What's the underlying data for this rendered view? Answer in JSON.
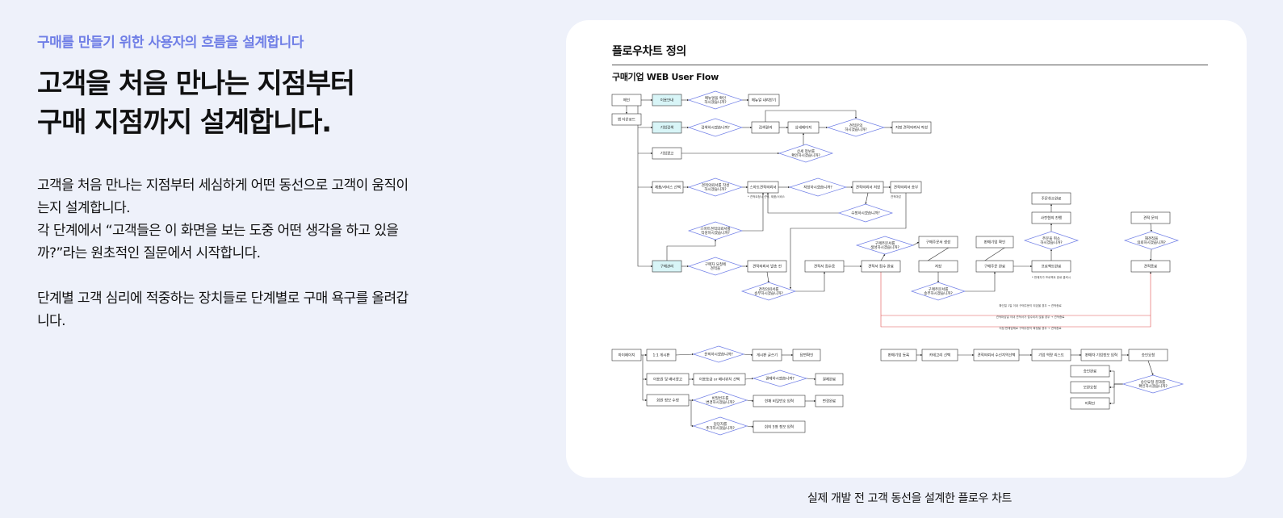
{
  "left": {
    "eyebrow": "구매를 만들기 위한 사용자의 흐름을 설계합니다",
    "headline_line1": "고객을 처음 만나는 지점부터",
    "headline_line2": "구매 지점까지 설계합니다.",
    "desc_p1_line1": "고객을 처음 만나는 지점부터 세심하게 어떤 동선으로 고객이 움직이는지 설계합니다.",
    "desc_p1_line2": "각 단계에서 “고객들은 이 화면을 보는 도중 어떤 생각을 하고 있을까?”라는 원초적인 질문에서 시작합니다.",
    "desc_p2": "단계별 고객 심리에 적중하는 장치들로 단계별로 구매 욕구를 올려갑니다."
  },
  "card": {
    "title": "플로우차트 정의",
    "subtitle": "구매기업 WEB User Flow"
  },
  "caption": "실제 개발 전 고객 동선을 설계한 플로우 차트",
  "colors": {
    "background": "#eef1fa",
    "accent": "#6f7ee6",
    "diamond": "#6f7ee6",
    "highlight_box": "#d8f5f7",
    "red_line": "#e05050"
  },
  "diagram": {
    "nodes": [
      {
        "id": "n1",
        "label": "메인"
      },
      {
        "id": "n2",
        "label": "앱 다운로드"
      },
      {
        "id": "n3",
        "label": "이용안내"
      },
      {
        "id": "n4",
        "label": "메뉴얼을 확인 하시겠습니까?"
      },
      {
        "id": "n5",
        "label": "메뉴얼 내려받기"
      },
      {
        "id": "n6",
        "label": "기업검색"
      },
      {
        "id": "n7",
        "label": "검색하시겠습니까?"
      },
      {
        "id": "n8",
        "label": "검색결과"
      },
      {
        "id": "n9",
        "label": "상세페이지"
      },
      {
        "id": "n10",
        "label": "견적문의 하시겠습니까?"
      },
      {
        "id": "n11",
        "label": "지정 견적의뢰서 작성"
      },
      {
        "id": "n12",
        "label": "기업광고"
      },
      {
        "id": "n13",
        "label": "상세 정보를 확인하시겠습니까?"
      },
      {
        "id": "n14",
        "label": "제품/서비스 선택"
      },
      {
        "id": "n15",
        "label": "견적의뢰서를 작성 하시겠습니까?"
      },
      {
        "id": "n16",
        "label": "스마트견적의뢰서"
      },
      {
        "id": "n17",
        "label": "저장하시겠습니까?"
      },
      {
        "id": "n18",
        "label": "견적의뢰서 저장"
      },
      {
        "id": "n19",
        "label": "견적의뢰서 송부"
      },
      {
        "id": "n20",
        "label": "수정하시겠습니까?"
      },
      {
        "id": "n21",
        "label": "스마트견적의뢰서를 작성하시겠습니까?"
      },
      {
        "id": "n22",
        "label": "구매관리"
      },
      {
        "id": "n23",
        "label": "구매자 요청에 견적을 확인하시겠습니까?"
      },
      {
        "id": "n24",
        "label": "견적의뢰서 발송 전"
      },
      {
        "id": "n25",
        "label": "견적의뢰서를 송부하시겠습니까?"
      },
      {
        "id": "n26",
        "label": "견적서 접수중"
      },
      {
        "id": "n27",
        "label": "견적서 접수 완료"
      },
      {
        "id": "n28",
        "label": "구매주문서를 생성하시겠습니까?"
      },
      {
        "id": "n29",
        "label": "구매주문서 생성"
      },
      {
        "id": "n30",
        "label": "저장"
      },
      {
        "id": "n31",
        "label": "구매주문서를 송부하시겠습니까?"
      },
      {
        "id": "n32",
        "label": "판매기업 확인"
      },
      {
        "id": "n33",
        "label": "구매주문 완료"
      },
      {
        "id": "n34",
        "label": "주문취소완료"
      },
      {
        "id": "n35",
        "label": "사전협의 진행"
      },
      {
        "id": "n36",
        "label": "주문을 취소 하시겠습니까?"
      },
      {
        "id": "n37",
        "label": "프로젝트완료"
      },
      {
        "id": "n38",
        "label": "견적 문의"
      },
      {
        "id": "n39",
        "label": "재견적을 의뢰하시겠습니까?"
      },
      {
        "id": "n40",
        "label": "견적종료"
      },
      {
        "id": "n41",
        "label": "마이페이지"
      },
      {
        "id": "n42",
        "label": "1:1 게시판"
      },
      {
        "id": "n43",
        "label": "문의하시겠습니까?"
      },
      {
        "id": "n44",
        "label": "게시판 글쓰기"
      },
      {
        "id": "n45",
        "label": "답변확인"
      },
      {
        "id": "n46",
        "label": "이용권 및 배너광고"
      },
      {
        "id": "n47",
        "label": "이용등급 or 배너위치 선택"
      },
      {
        "id": "n48",
        "label": "결제하시겠습니까?"
      },
      {
        "id": "n49",
        "label": "결제완료"
      },
      {
        "id": "n50",
        "label": "회원 정보 수정"
      },
      {
        "id": "n51",
        "label": "비밀번호를 변경하시겠습니까?"
      },
      {
        "id": "n52",
        "label": "현재 비밀번호 입력"
      },
      {
        "id": "n53",
        "label": "변경완료"
      },
      {
        "id": "n54",
        "label": "담당자를 추가하시겠습니까?"
      },
      {
        "id": "n55",
        "label": "회의 5명 정보 입력"
      },
      {
        "id": "n56",
        "label": "판매기업 등록"
      },
      {
        "id": "n57",
        "label": "카테고리 선택"
      },
      {
        "id": "n58",
        "label": "견적의뢰서 수신지역선택"
      },
      {
        "id": "n59",
        "label": "기업 역량 리스트"
      },
      {
        "id": "n60",
        "label": "판매자 기업정보 입력"
      },
      {
        "id": "n61",
        "label": "승인요청"
      },
      {
        "id": "n62",
        "label": "승인완료"
      },
      {
        "id": "n63",
        "label": "보완요청"
      },
      {
        "id": "n64",
        "label": "미확인"
      },
      {
        "id": "n65",
        "label": "승인요청 결과를 확인하시겠습니까?"
      }
    ],
    "notes": [
      "* 견적요청시 선택, 제품/서비스",
      "견적마감",
      "* 판매자가 프로젝트 완료 클릭시",
      "확인일 1일 이내 구매주문이 되었을 경우 → 견적종료",
      "견적마감일 이내 견적서가 접수되지 않을 경우 → 견적종료",
      "지정 판매업체로 구매주문이 확정될 경우 → 견적종료"
    ]
  }
}
